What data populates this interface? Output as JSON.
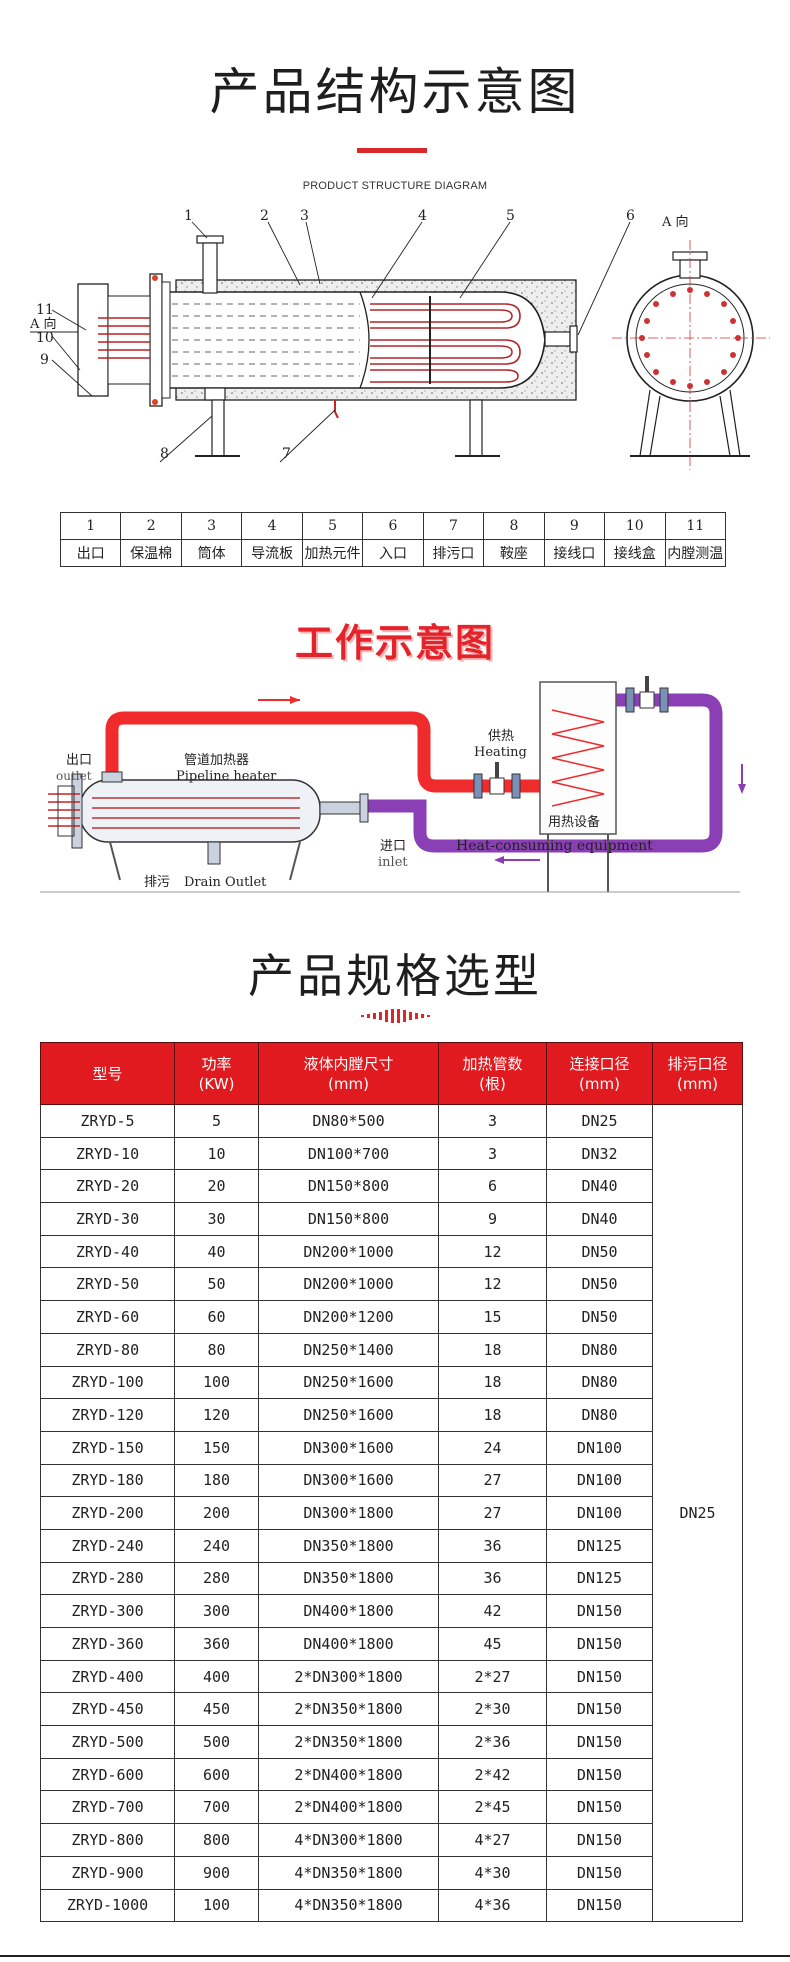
{
  "structure_section": {
    "title": "产品结构示意图",
    "subtitle": "PRODUCT STRUCTURE DIAGRAM",
    "callouts": [
      "1",
      "2",
      "3",
      "4",
      "5",
      "6",
      "11",
      "10",
      "9",
      "8",
      "7"
    ],
    "direction_label": "A 向",
    "direction_label_side": "A 向",
    "legend": {
      "numbers": [
        "1",
        "2",
        "3",
        "4",
        "5",
        "6",
        "7",
        "8",
        "9",
        "10",
        "11"
      ],
      "names": [
        "出口",
        "保温棉",
        "筒体",
        "导流板",
        "加热元件",
        "入口",
        "排污口",
        "鞍座",
        "接线口",
        "接线盒",
        "内膛测温"
      ]
    }
  },
  "work_section": {
    "title": "工作示意图",
    "outlet_cn": "出口",
    "outlet_en": "outlet",
    "heater_cn": "管道加热器",
    "heater_en": "Pipeline heater",
    "heating_cn": "供热",
    "heating_en": "Heating",
    "equipment_cn": "用热设备",
    "equipment_en": "Heat-consuming equipment",
    "inlet_cn": "进口",
    "inlet_en": "inlet",
    "drain_cn": "排污",
    "drain_en": "Drain Outlet"
  },
  "spec_section": {
    "title": "产品规格选型",
    "headers": [
      {
        "l1": "型号",
        "l2": ""
      },
      {
        "l1": "功率",
        "l2": "(KW)"
      },
      {
        "l1": "液体内膛尺寸",
        "l2": "(mm)"
      },
      {
        "l1": "加热管数",
        "l2": "(根)"
      },
      {
        "l1": "连接口径",
        "l2": "(mm)"
      },
      {
        "l1": "排污口径",
        "l2": "(mm)"
      }
    ],
    "drain_value": "DN25",
    "rows": [
      [
        "ZRYD-5",
        "5",
        "DN80*500",
        "3",
        "DN25"
      ],
      [
        "ZRYD-10",
        "10",
        "DN100*700",
        "3",
        "DN32"
      ],
      [
        "ZRYD-20",
        "20",
        "DN150*800",
        "6",
        "DN40"
      ],
      [
        "ZRYD-30",
        "30",
        "DN150*800",
        "9",
        "DN40"
      ],
      [
        "ZRYD-40",
        "40",
        "DN200*1000",
        "12",
        "DN50"
      ],
      [
        "ZRYD-50",
        "50",
        "DN200*1000",
        "12",
        "DN50"
      ],
      [
        "ZRYD-60",
        "60",
        "DN200*1200",
        "15",
        "DN50"
      ],
      [
        "ZRYD-80",
        "80",
        "DN250*1400",
        "18",
        "DN80"
      ],
      [
        "ZRYD-100",
        "100",
        "DN250*1600",
        "18",
        "DN80"
      ],
      [
        "ZRYD-120",
        "120",
        "DN250*1600",
        "18",
        "DN80"
      ],
      [
        "ZRYD-150",
        "150",
        "DN300*1600",
        "24",
        "DN100"
      ],
      [
        "ZRYD-180",
        "180",
        "DN300*1600",
        "27",
        "DN100"
      ],
      [
        "ZRYD-200",
        "200",
        "DN300*1800",
        "27",
        "DN100"
      ],
      [
        "ZRYD-240",
        "240",
        "DN350*1800",
        "36",
        "DN125"
      ],
      [
        "ZRYD-280",
        "280",
        "DN350*1800",
        "36",
        "DN125"
      ],
      [
        "ZRYD-300",
        "300",
        "DN400*1800",
        "42",
        "DN150"
      ],
      [
        "ZRYD-360",
        "360",
        "DN400*1800",
        "45",
        "DN150"
      ],
      [
        "ZRYD-400",
        "400",
        "2*DN300*1800",
        "2*27",
        "DN150"
      ],
      [
        "ZRYD-450",
        "450",
        "2*DN350*1800",
        "2*30",
        "DN150"
      ],
      [
        "ZRYD-500",
        "500",
        "2*DN350*1800",
        "2*36",
        "DN150"
      ],
      [
        "ZRYD-600",
        "600",
        "2*DN400*1800",
        "2*42",
        "DN150"
      ],
      [
        "ZRYD-700",
        "700",
        "2*DN400*1800",
        "2*45",
        "DN150"
      ],
      [
        "ZRYD-800",
        "800",
        "4*DN300*1800",
        "4*27",
        "DN150"
      ],
      [
        "ZRYD-900",
        "900",
        "4*DN350*1800",
        "4*30",
        "DN150"
      ],
      [
        "ZRYD-1000",
        "100",
        "4*DN350*1800",
        "4*36",
        "DN150"
      ]
    ]
  },
  "colors": {
    "accent": "#e01a1f",
    "hot_pipe": "#ef2b2b",
    "cold_pipe": "#8a3fb4"
  }
}
